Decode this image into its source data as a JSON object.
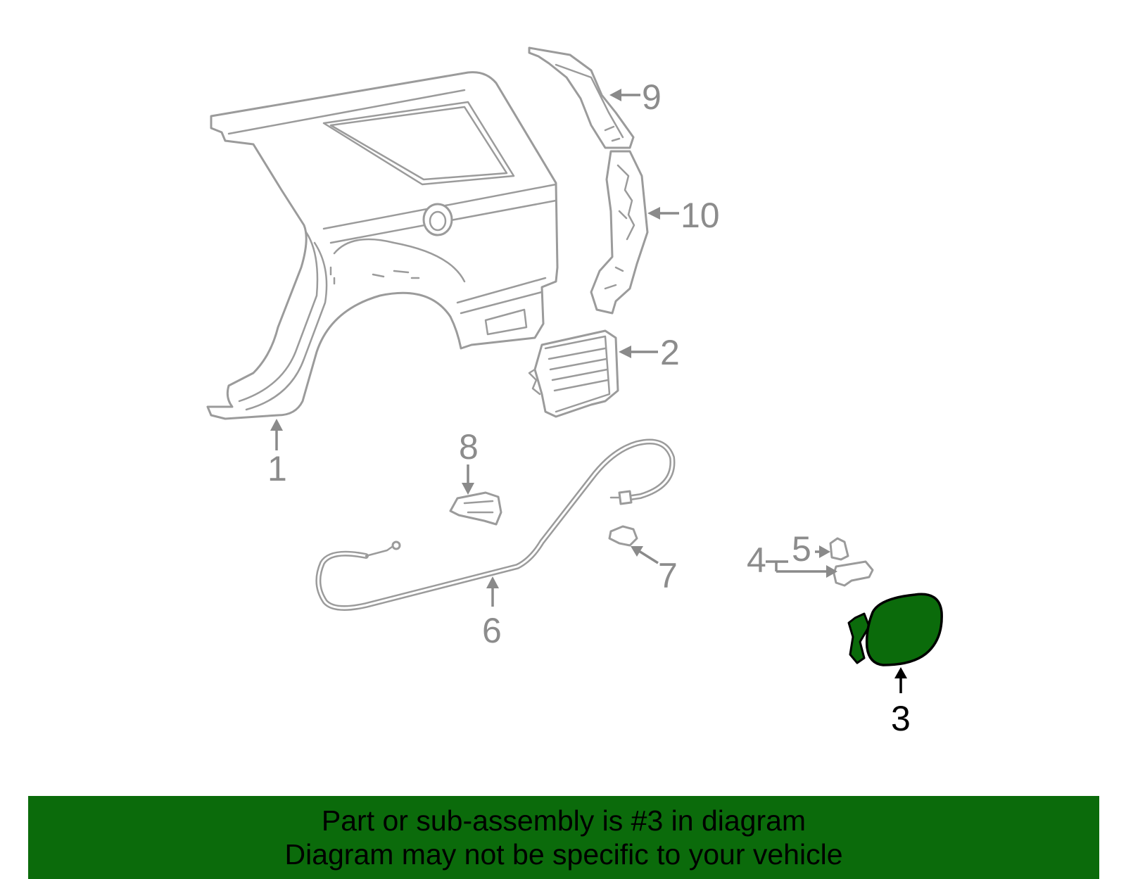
{
  "callouts": {
    "c1": "1",
    "c2": "2",
    "c3": "3",
    "c4": "4",
    "c5": "5",
    "c6": "6",
    "c7": "7",
    "c8": "8",
    "c9": "9",
    "c10": "10"
  },
  "highlighted_part": "3",
  "colors": {
    "highlight_fill": "#0b6b0b",
    "banner_background": "#0b6b0b",
    "part_outline": "#9b9b9b"
  },
  "banner": {
    "line1": "Part or sub-assembly is #3 in diagram",
    "line2": "Diagram may not be specific to your vehicle"
  }
}
